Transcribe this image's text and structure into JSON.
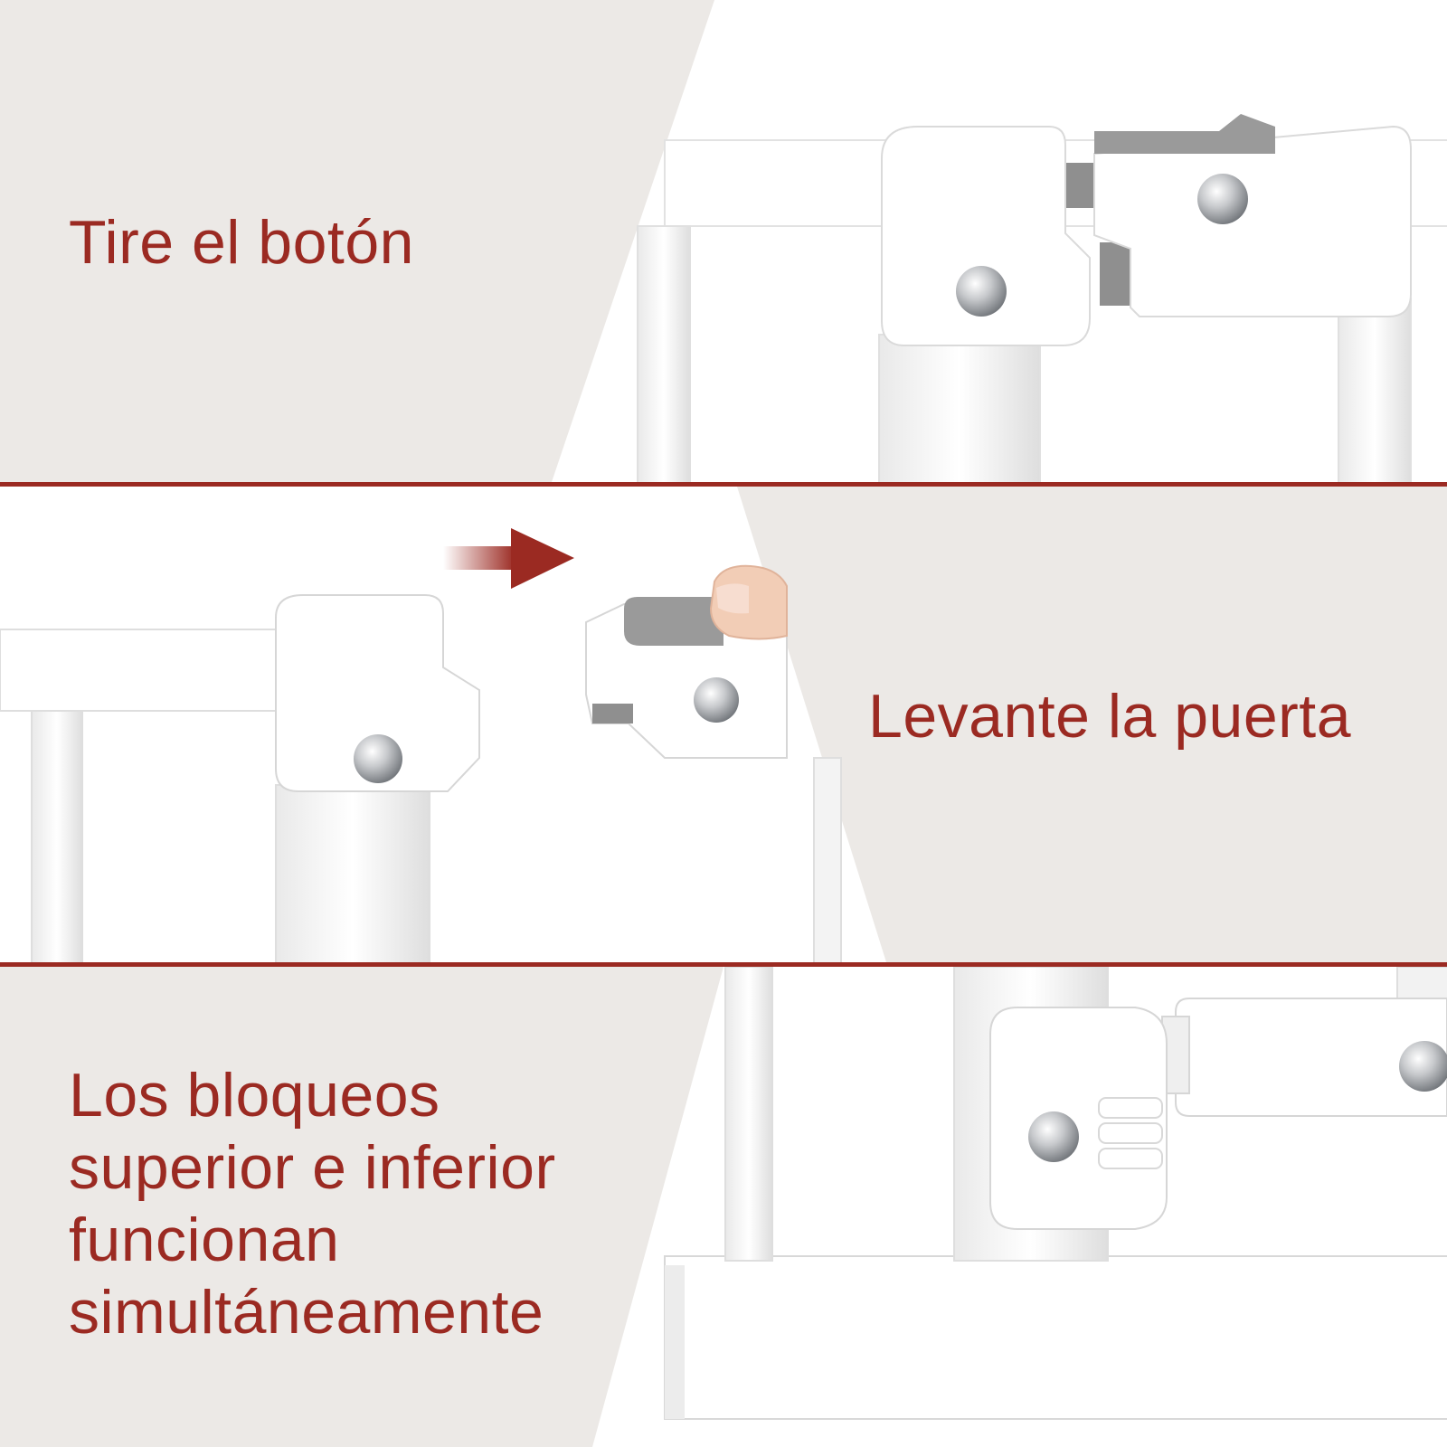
{
  "captions": {
    "step1": "Tire el botón",
    "step2": "Levante la puerta",
    "step3": [
      "Los bloqueos",
      "superior e inferior",
      "funcionan",
      "simultáneamente"
    ]
  },
  "colors": {
    "accent": "#9b2a22",
    "panel_bg": "#ece9e6",
    "gate_white": "#ffffff",
    "button_gray": "#9a9a9a"
  },
  "icons": {
    "direction": "arrow-right-icon",
    "hand": "finger-icon"
  }
}
